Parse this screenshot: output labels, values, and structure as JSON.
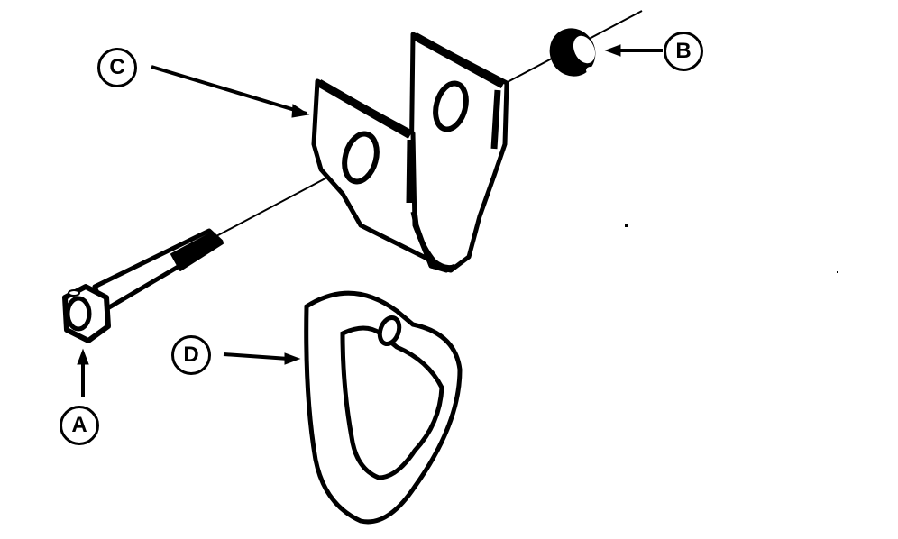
{
  "diagram": {
    "type": "exploded-parts-view",
    "colors": {
      "line": "#000000",
      "background": "#ffffff"
    },
    "parts": [
      {
        "id": "A",
        "label": "A",
        "name": "hex bolt"
      },
      {
        "id": "B",
        "label": "B",
        "name": "hex nut"
      },
      {
        "id": "C",
        "label": "C",
        "name": "U-bracket"
      },
      {
        "id": "D",
        "label": "D",
        "name": "D-ring"
      }
    ],
    "callouts": {
      "A": "A",
      "B": "B",
      "C": "C",
      "D": "D"
    }
  }
}
